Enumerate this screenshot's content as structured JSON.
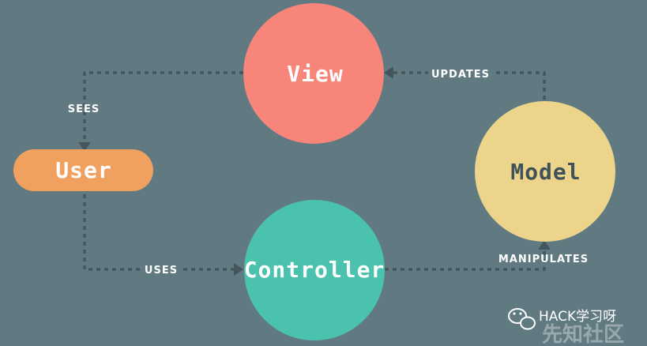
{
  "nodes": {
    "view": "View",
    "user": "User",
    "model": "Model",
    "controller": "Controller"
  },
  "edges": {
    "sees": "SEES",
    "updates": "UPDATES",
    "uses": "USES",
    "manipulates": "MANIPULATES"
  },
  "watermark": {
    "account": "HACK学习呀",
    "site": "先知社区"
  },
  "colors": {
    "background": "#617a82",
    "view": "#f7857a",
    "user": "#f1a15f",
    "model": "#ecd58b",
    "controller": "#4ac2ad",
    "connector": "#44565c"
  }
}
